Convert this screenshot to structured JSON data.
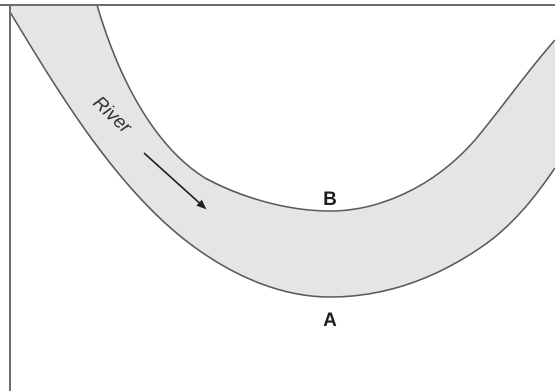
{
  "diagram": {
    "river_label": "River",
    "point_outer_label": "A",
    "point_inner_label": "B",
    "colors": {
      "river_fill": "#e4e5e5",
      "outline": "#5a5a5a",
      "frame": "#6e6e6e",
      "background": "#ffffff"
    }
  }
}
